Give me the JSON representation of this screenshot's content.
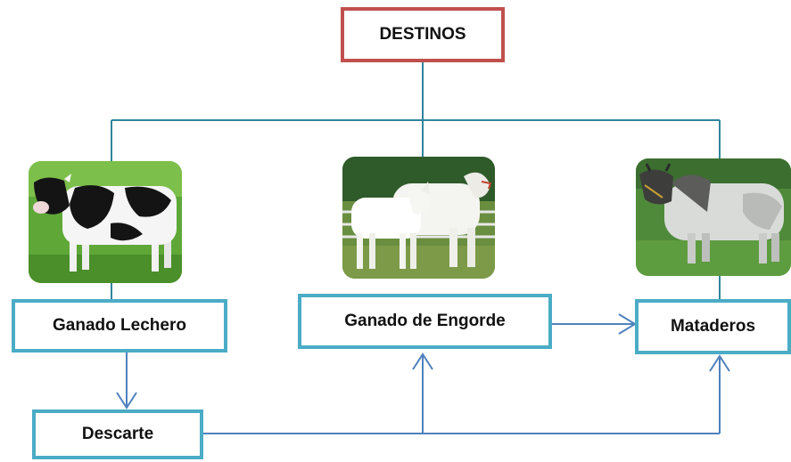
{
  "title": "DESTINOS",
  "nodes": {
    "lechero": "Ganado Lechero",
    "engorde": "Ganado de Engorde",
    "mataderos": "Mataderos",
    "descarte": "Descarte"
  },
  "colors": {
    "title_border": "#c0504d",
    "box_border": "#4bacc6",
    "connector": "#31859c",
    "arrow": "#4f81bd"
  },
  "images": {
    "dairy_cow": "holstein-cow-photo",
    "beef_cattle": "brahman-cow-and-calf-photo",
    "slaughter_bull": "brahman-bull-photo"
  }
}
